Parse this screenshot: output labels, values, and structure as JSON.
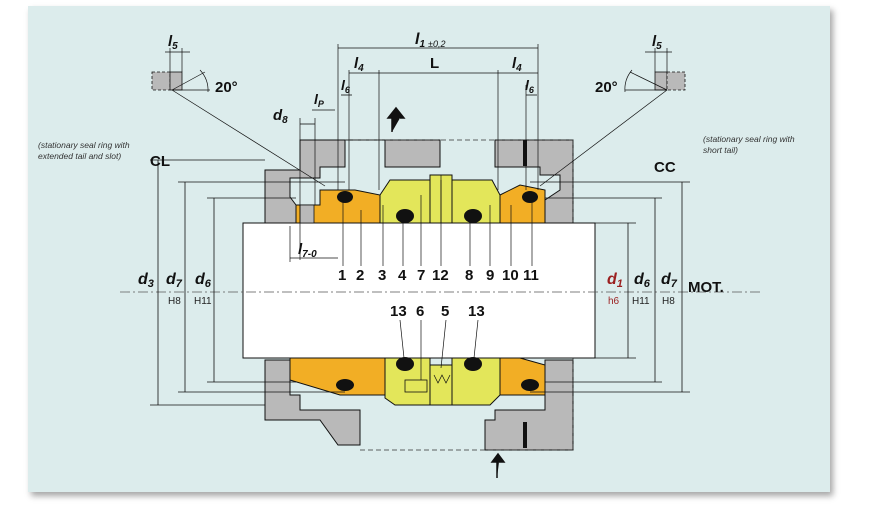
{
  "colors": {
    "background": "#dcecec",
    "housing": "#b9b9b9",
    "seal_ring": "#f2ae25",
    "spring_unit": "#e3e65a",
    "oring": "#111111"
  },
  "dimensions": {
    "l1": "l",
    "l1_sub": "1",
    "l1_tol": "±0,2",
    "L": "L",
    "l4": "l",
    "l4_sub": "4",
    "l5": "l",
    "l5_sub": "5",
    "l6": "l",
    "l6_sub": "6",
    "lp": "l",
    "lp_sub": "P",
    "d8": "d",
    "d8_sub": "8",
    "l7": "l",
    "l7_sub": "7-0",
    "angle": "20°"
  },
  "labels": {
    "cl": "CL",
    "cc": "CC",
    "mot": "MOT."
  },
  "notes": {
    "left_1": "(stationary seal ring with",
    "left_2": "extended tail and slot)",
    "right_1": "(stationary seal ring with",
    "right_2": "short tail)"
  },
  "diameters_left": [
    {
      "d": "d",
      "sub": "3",
      "tol": ""
    },
    {
      "d": "d",
      "sub": "7",
      "tol": "H8"
    },
    {
      "d": "d",
      "sub": "6",
      "tol": "H11"
    }
  ],
  "diameters_right": [
    {
      "d": "d",
      "sub": "1",
      "tol": "h6"
    },
    {
      "d": "d",
      "sub": "6",
      "tol": "H11"
    },
    {
      "d": "d",
      "sub": "7",
      "tol": "H8"
    }
  ],
  "part_numbers_top": [
    "1",
    "2",
    "3",
    "4",
    "7",
    "12",
    "8",
    "9",
    "10",
    "11"
  ],
  "part_numbers_bottom": [
    "13",
    "6",
    "5",
    "13"
  ]
}
